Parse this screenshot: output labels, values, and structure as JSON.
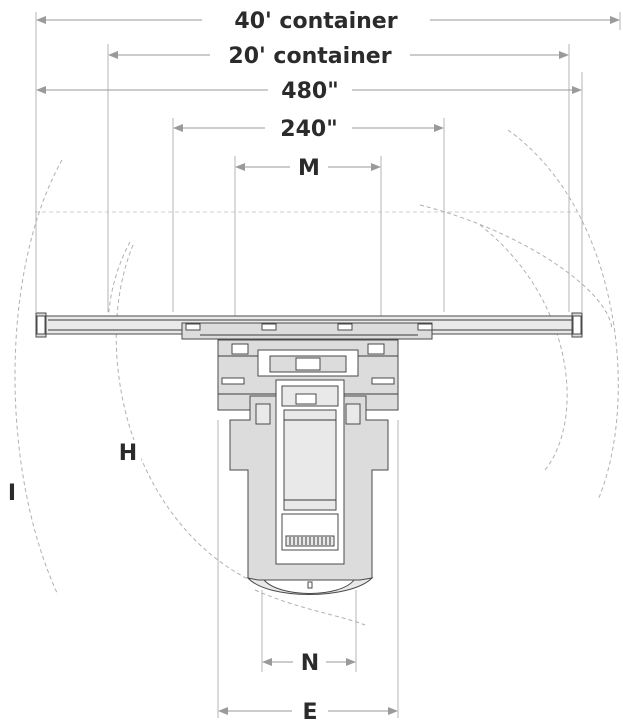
{
  "diagram": {
    "dimensions": {
      "container_40": "40' container",
      "container_20": "20' container",
      "inch_480": "480\"",
      "inch_240": "240\"",
      "m": "M",
      "n": "N",
      "e": "E"
    },
    "radii": {
      "h": "H",
      "i": "I"
    }
  }
}
